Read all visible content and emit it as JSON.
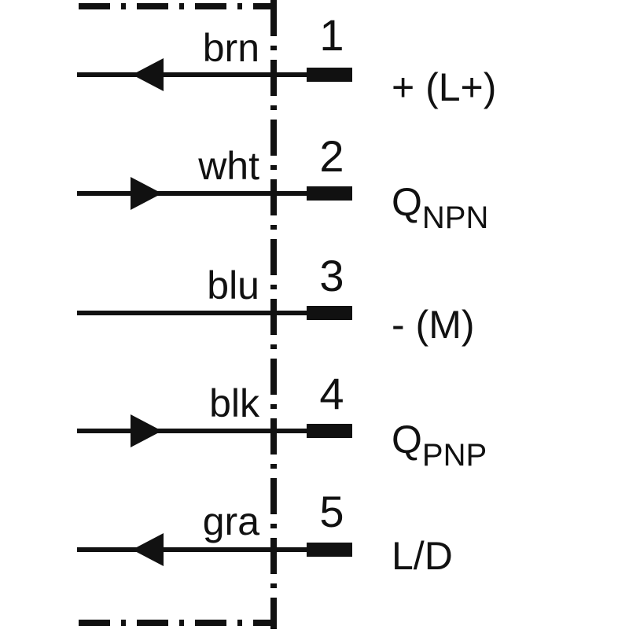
{
  "diagram": {
    "wires": [
      {
        "color_label": "brn",
        "pin": "1",
        "signal": "+ (L+)",
        "signal_sub": "",
        "arrow": "left"
      },
      {
        "color_label": "wht",
        "pin": "2",
        "signal": "Q",
        "signal_sub": "NPN",
        "arrow": "right"
      },
      {
        "color_label": "blu",
        "pin": "3",
        "signal": "- (M)",
        "signal_sub": "",
        "arrow": "none"
      },
      {
        "color_label": "blk",
        "pin": "4",
        "signal": "Q",
        "signal_sub": "PNP",
        "arrow": "right"
      },
      {
        "color_label": "gra",
        "pin": "5",
        "signal": "L/D",
        "signal_sub": "",
        "arrow": "left"
      }
    ]
  },
  "colors": {
    "line": "#111111",
    "background": "#ffffff"
  }
}
